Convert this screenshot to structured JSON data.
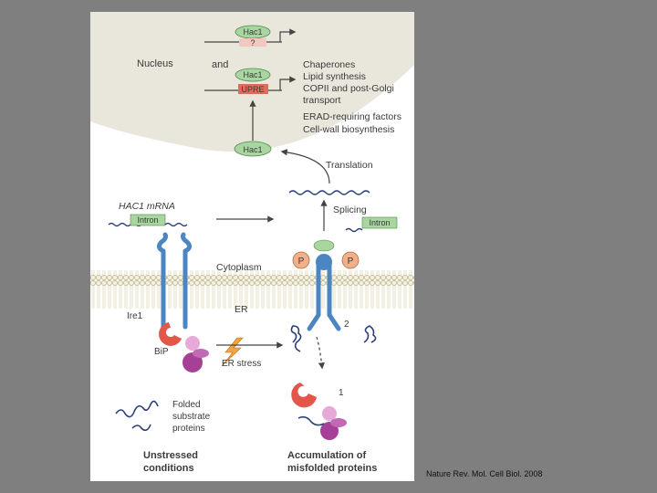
{
  "labels": {
    "nucleus": "Nucleus",
    "and": "and",
    "hac1_top": "Hac1",
    "question": "?",
    "hac1_upre": "Hac1",
    "upre": "UPRE",
    "hac1_cyto": "Hac1",
    "targets": [
      "Chaperones",
      "Lipid synthesis",
      "COPII and post-Golgi",
      "transport",
      "ERAD-requiring factors",
      "Cell-wall biosynthesis"
    ],
    "translation": "Translation",
    "mrna": "HAC1 mRNA",
    "intron_left": "Intron",
    "splicing": "Splicing",
    "intron_right": "Intron",
    "p_left": "P",
    "p_right": "P",
    "cytoplasm": "Cytoplasm",
    "ire1": "Ire1",
    "er": "ER",
    "bip": "BiP",
    "er_stress": "ER stress",
    "num2": "2",
    "num1": "1",
    "folded": [
      "Folded",
      "substrate",
      "proteins"
    ],
    "unstressed": [
      "Unstressed",
      "conditions"
    ],
    "accumulation": [
      "Accumulation of",
      "misfolded proteins"
    ]
  },
  "citation": "Nature Rev. Mol. Cell Biol. 2008",
  "colors": {
    "slide_bg": "#7f7f7f",
    "nucleus": "#e9e6dc",
    "hac1_green": "#a8d5a0",
    "upre_red": "#e06b5c",
    "ire1_blue": "#4b86c3",
    "bip_red": "#e2574a",
    "misfolded_purple": "#a73f96",
    "membrane_tan": "#dcd5b4",
    "phosphate": "#f0b08a",
    "stress_orange": "#f0a63a",
    "protein_navy": "#2b3f7a"
  }
}
